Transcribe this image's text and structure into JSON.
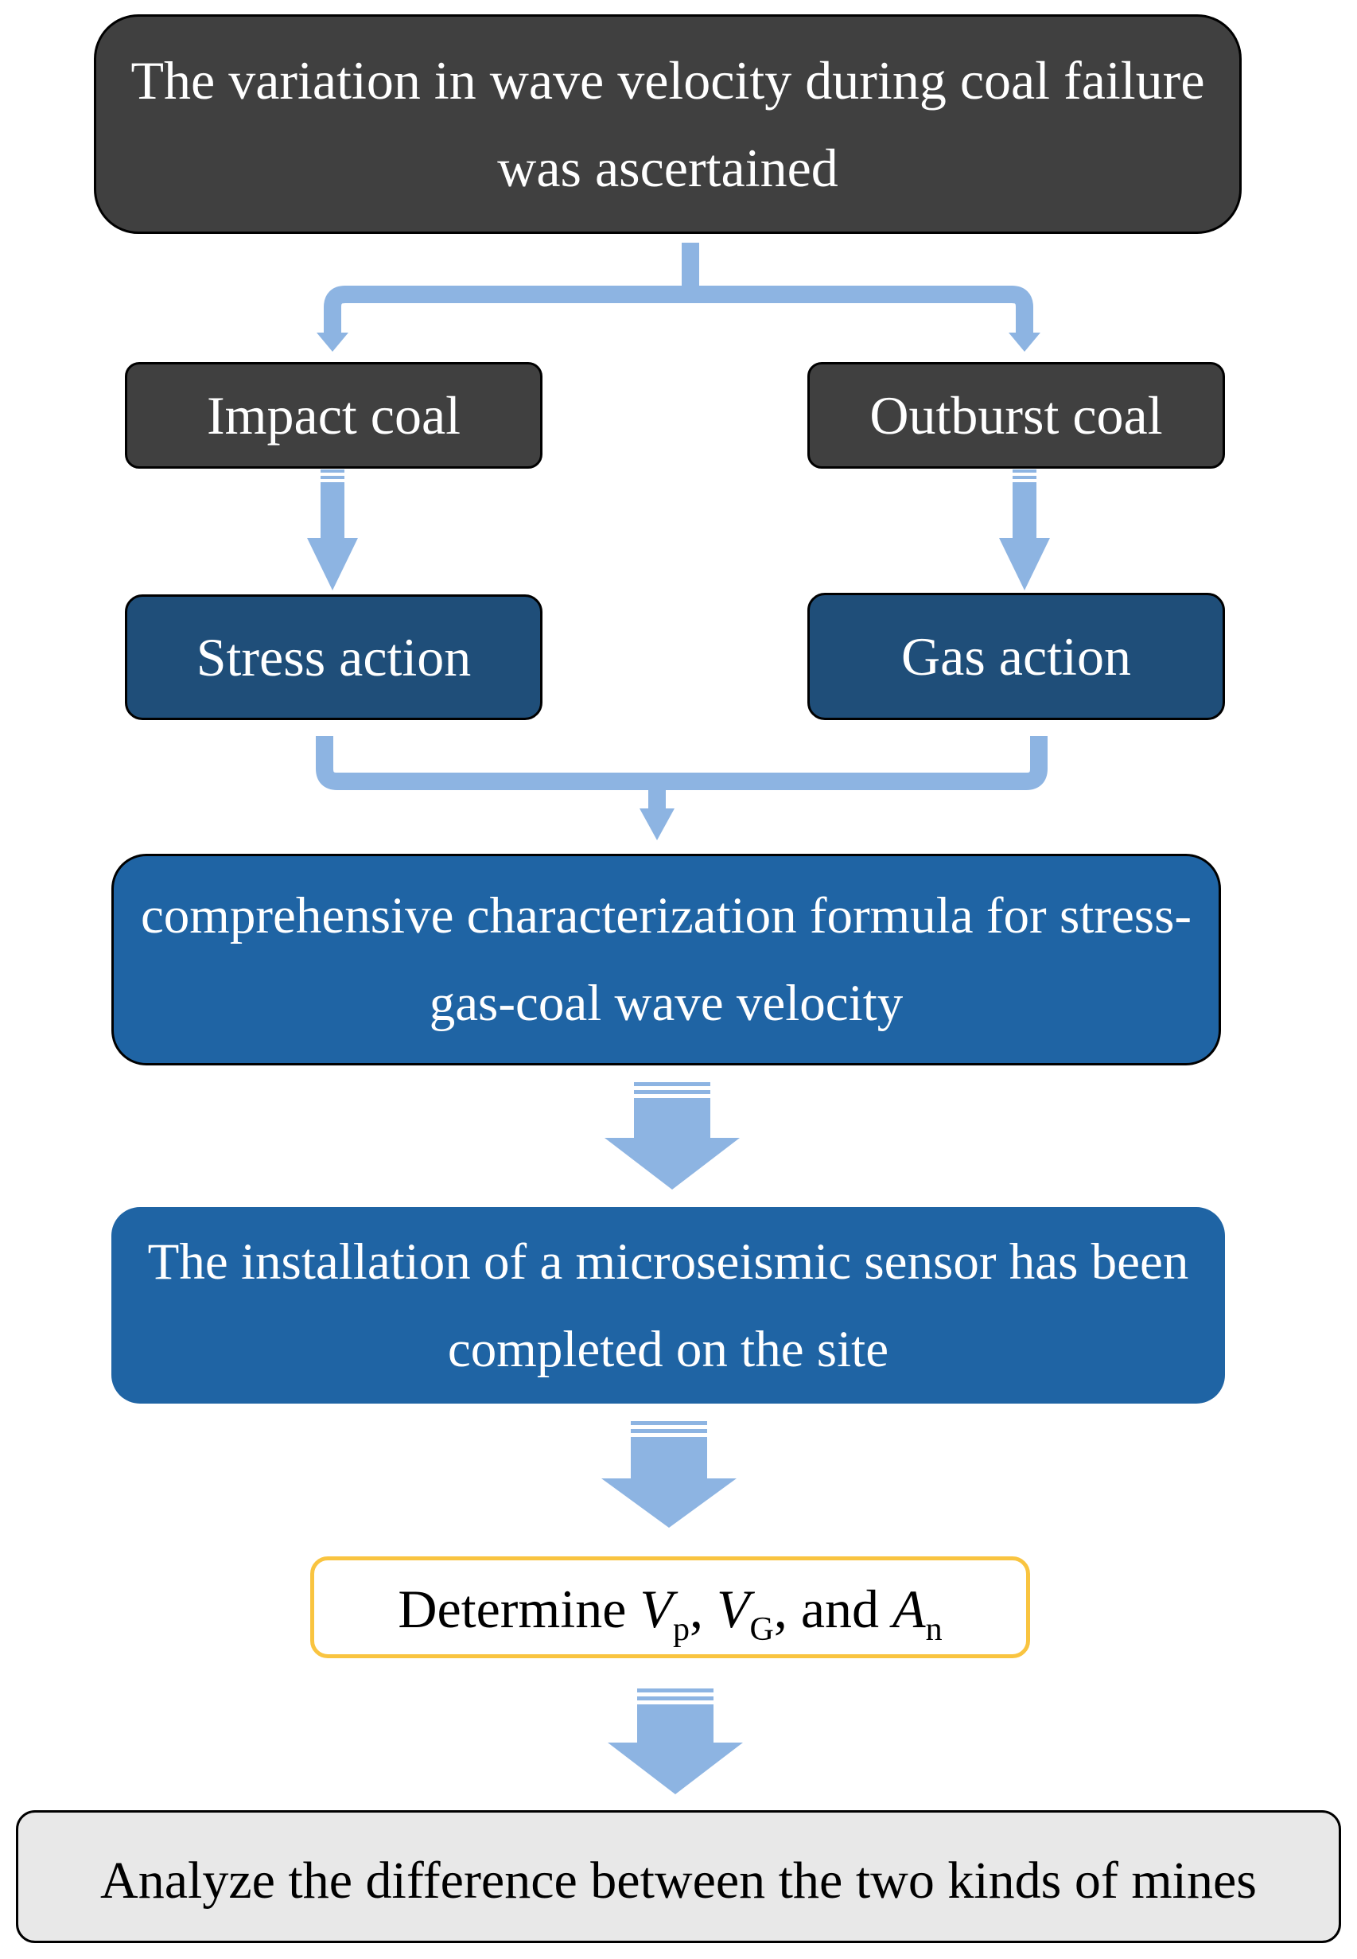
{
  "nodes": {
    "top": "The variation in wave velocity during coal failure was ascertained",
    "impact_coal": "Impact coal",
    "outburst_coal": "Outburst coal",
    "stress_action": "Stress action",
    "gas_action": "Gas action",
    "formula": "comprehensive characterization formula for stress-gas-coal wave velocity",
    "sensor": "The installation of a microseismic sensor has been completed on the site",
    "determine": {
      "prefix": "Determine ",
      "v1": "V",
      "v1_sub": "p",
      "sep1": ", ",
      "v2": "V",
      "v2_sub": "G",
      "sep2": ", and ",
      "v3": "A",
      "v3_sub": "n"
    },
    "analyze": "Analyze the difference between the two kinds of mines"
  },
  "colors": {
    "arrow": "#8db4e2",
    "dark_box": "#404040",
    "navy_box": "#1f4e79",
    "blue_box": "#1f64a4",
    "highlight_border": "#f9c440",
    "final_box": "#e8e8e8"
  }
}
